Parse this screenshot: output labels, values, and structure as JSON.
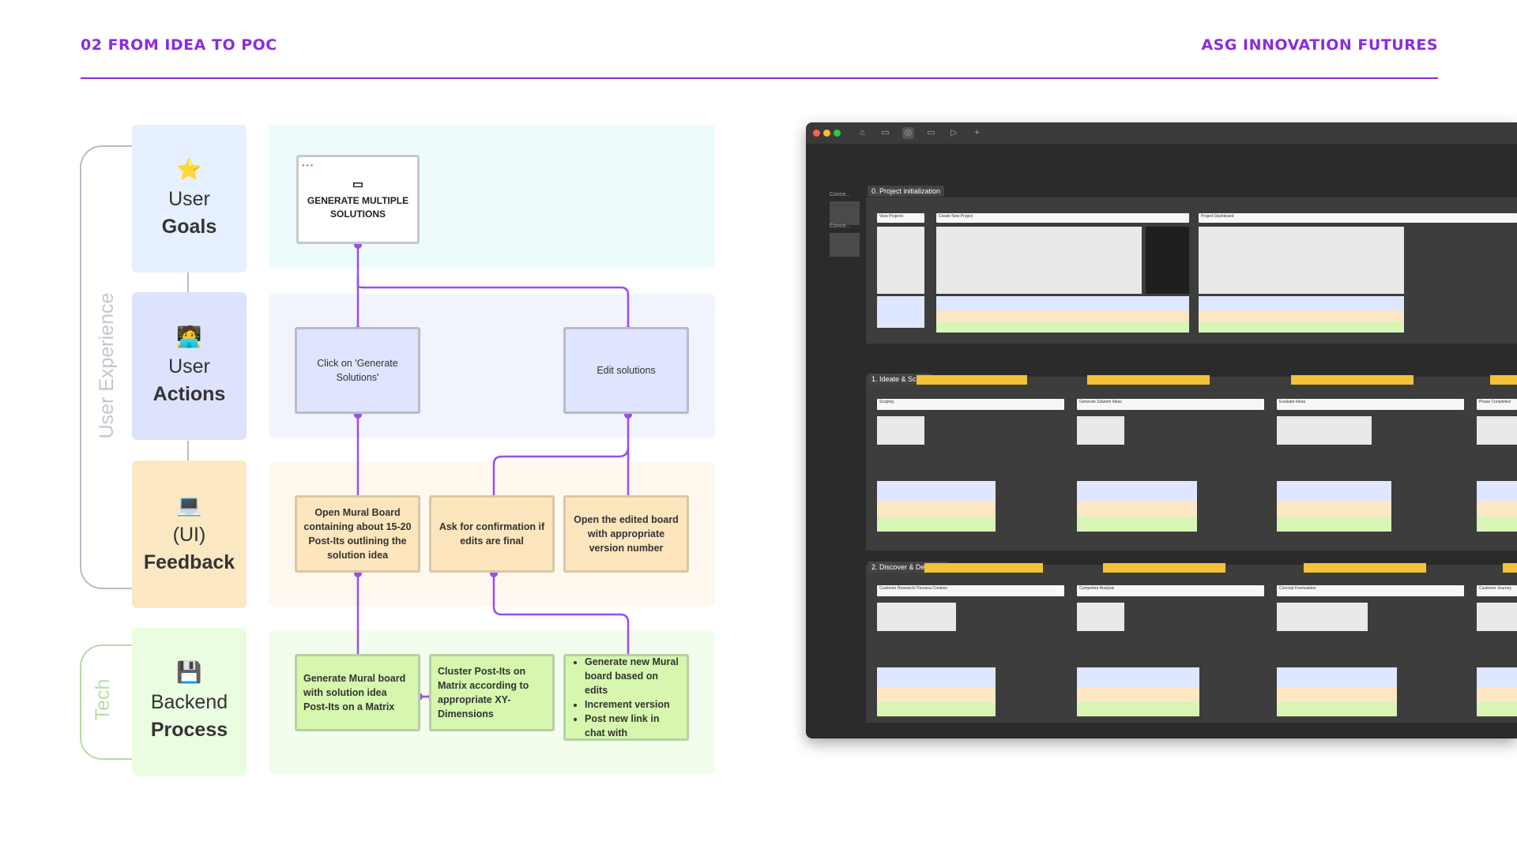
{
  "header": {
    "left_title": "02 FROM IDEA TO POC",
    "right_title": "ASG INNOVATION FUTURES"
  },
  "side_labels": {
    "user_experience": "User Experience",
    "tech": "Tech"
  },
  "lanes": [
    {
      "icon": "star-icon",
      "glyph": "⭐",
      "line1": "User",
      "line2": "Goals",
      "color": "#e6f0fe"
    },
    {
      "icon": "person-laptop-icon",
      "glyph": "🧑‍💻",
      "line1": "User",
      "line2": "Actions",
      "color": "#dde3fd"
    },
    {
      "icon": "laptop-icon",
      "glyph": "💻",
      "line1": "(UI)",
      "line2": "Feedback",
      "color": "#fde8c4"
    },
    {
      "icon": "floppy-disk-icon",
      "glyph": "💾",
      "line1": "Backend",
      "line2": "Process",
      "color": "#eafde0"
    }
  ],
  "goal_box": {
    "icon": "browser-window-icon",
    "text": "GENERATE MULTIPLE SOLUTIONS"
  },
  "actions": {
    "click_generate": "Click on 'Generate Solutions'",
    "edit_solutions": "Edit solutions"
  },
  "feedback": {
    "open_board": "Open Mural Board containing about 15-20 Post-Its outlining the solution idea",
    "ask_confirm": "Ask for confirmation if edits are final",
    "open_edited": "Open the edited board with appropriate version number"
  },
  "backend": {
    "generate_board": "Generate Mural board with solution idea Post-Its on a Matrix",
    "cluster": "Cluster Post-Its on Matrix according to appropriate XY-Dimensions",
    "bullets": [
      "Generate new Mural board based on edits",
      "Increment version",
      "Post new link in chat with"
    ]
  },
  "colors": {
    "accent": "#8a2be2",
    "connector": "#9b4dea"
  },
  "mural": {
    "sidebar_items": [
      "Conce...",
      "Conce..."
    ],
    "sections": [
      {
        "title": "0. Project initialization",
        "cards": [
          "View Projects",
          "Create New Project",
          "Project Dashboard"
        ]
      },
      {
        "title": "1. Ideate & Scope",
        "cards": [
          "Scoping",
          "Generate Solution Ideas",
          "Evaluate Ideas",
          "Phase Completed"
        ]
      },
      {
        "title": "2. Discover & Describe",
        "cards": [
          "Customer Research/ Persona Creation",
          "Competitor Analysis",
          "Concept Formulation",
          "Customer Journey"
        ]
      }
    ]
  }
}
